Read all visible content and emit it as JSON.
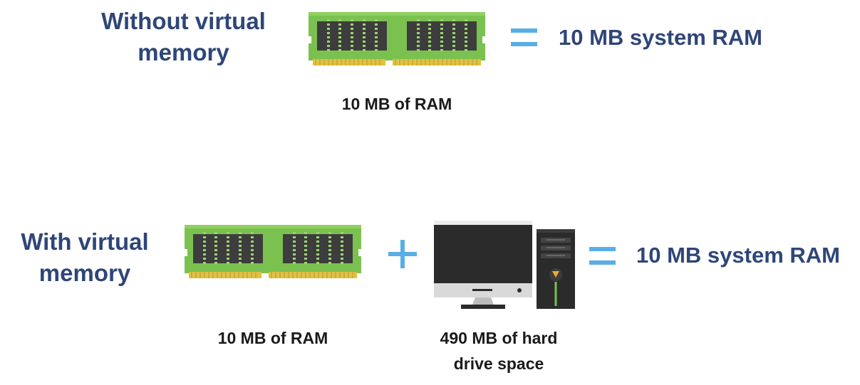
{
  "top": {
    "heading_line1": "Without virtual",
    "heading_line2": "memory",
    "ram_caption": "10 MB of RAM",
    "equals": "=",
    "result": "10 MB system RAM"
  },
  "bottom": {
    "heading_line1": "With virtual",
    "heading_line2": "memory",
    "ram_caption": "10 MB of RAM",
    "plus": "+",
    "drive_caption_line1": "490 MB of hard",
    "drive_caption_line2": "drive space",
    "equals": "=",
    "result": "10 MB system RAM"
  },
  "colors": {
    "heading_text": "#2e4678",
    "operator": "#5aaee6",
    "ram_board": "#7bc14f",
    "ram_chip": "#3d3d3d",
    "ram_pins": "#e0c143",
    "computer_body": "#2b2b2b",
    "monitor_frame": "#d9d9d9",
    "tower_light": "#f2a63a"
  },
  "icons": [
    "ram-module-icon",
    "desktop-computer-icon"
  ]
}
